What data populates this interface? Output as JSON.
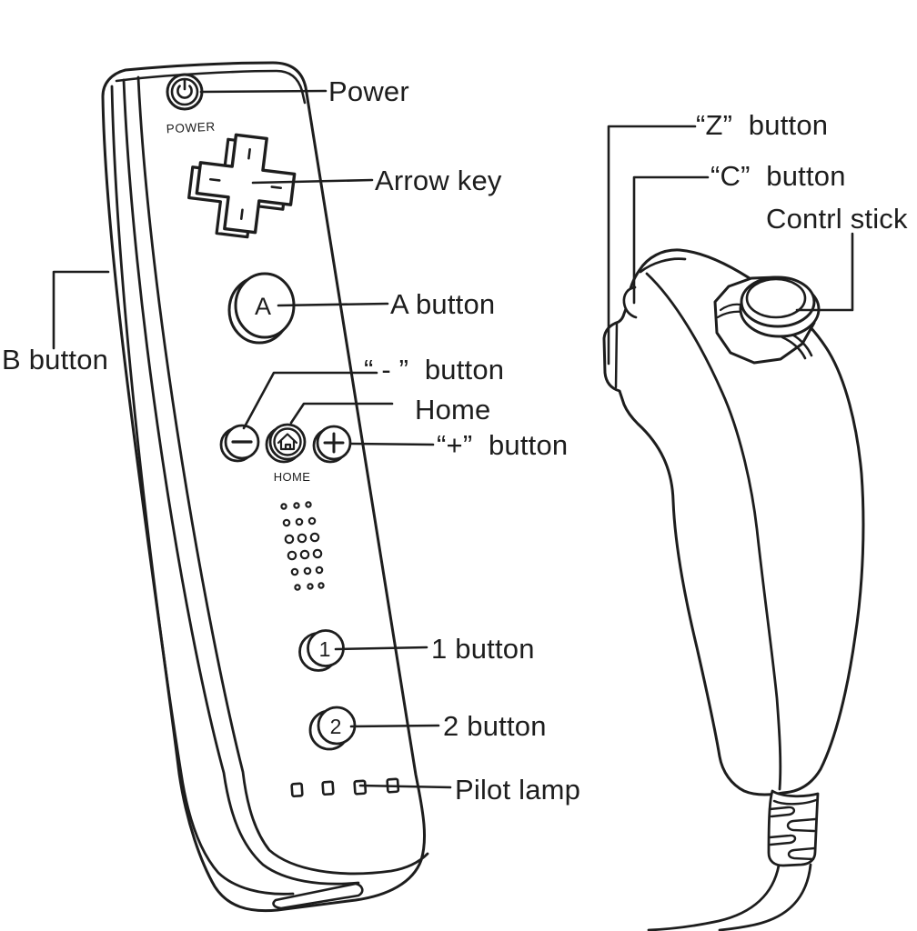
{
  "figure": {
    "background_color": "#ffffff",
    "line_color": "#1d1d1d"
  },
  "remote": {
    "power_print": "POWER",
    "home_print": "HOME",
    "a_glyph": "A",
    "one_glyph": "1",
    "two_glyph": "2"
  },
  "callouts": {
    "power": "Power",
    "arrow_key": "Arrow key",
    "a_button": "A button",
    "b_button": "B button",
    "minus_button": "“ - ”  button",
    "home": "Home",
    "plus_button": "“+”  button",
    "one_button": "1 button",
    "two_button": "2 button",
    "pilot_lamp": "Pilot lamp",
    "z_button": "“Z”  button",
    "c_button": "“C”  button",
    "control_stick": "Contrl stick"
  }
}
